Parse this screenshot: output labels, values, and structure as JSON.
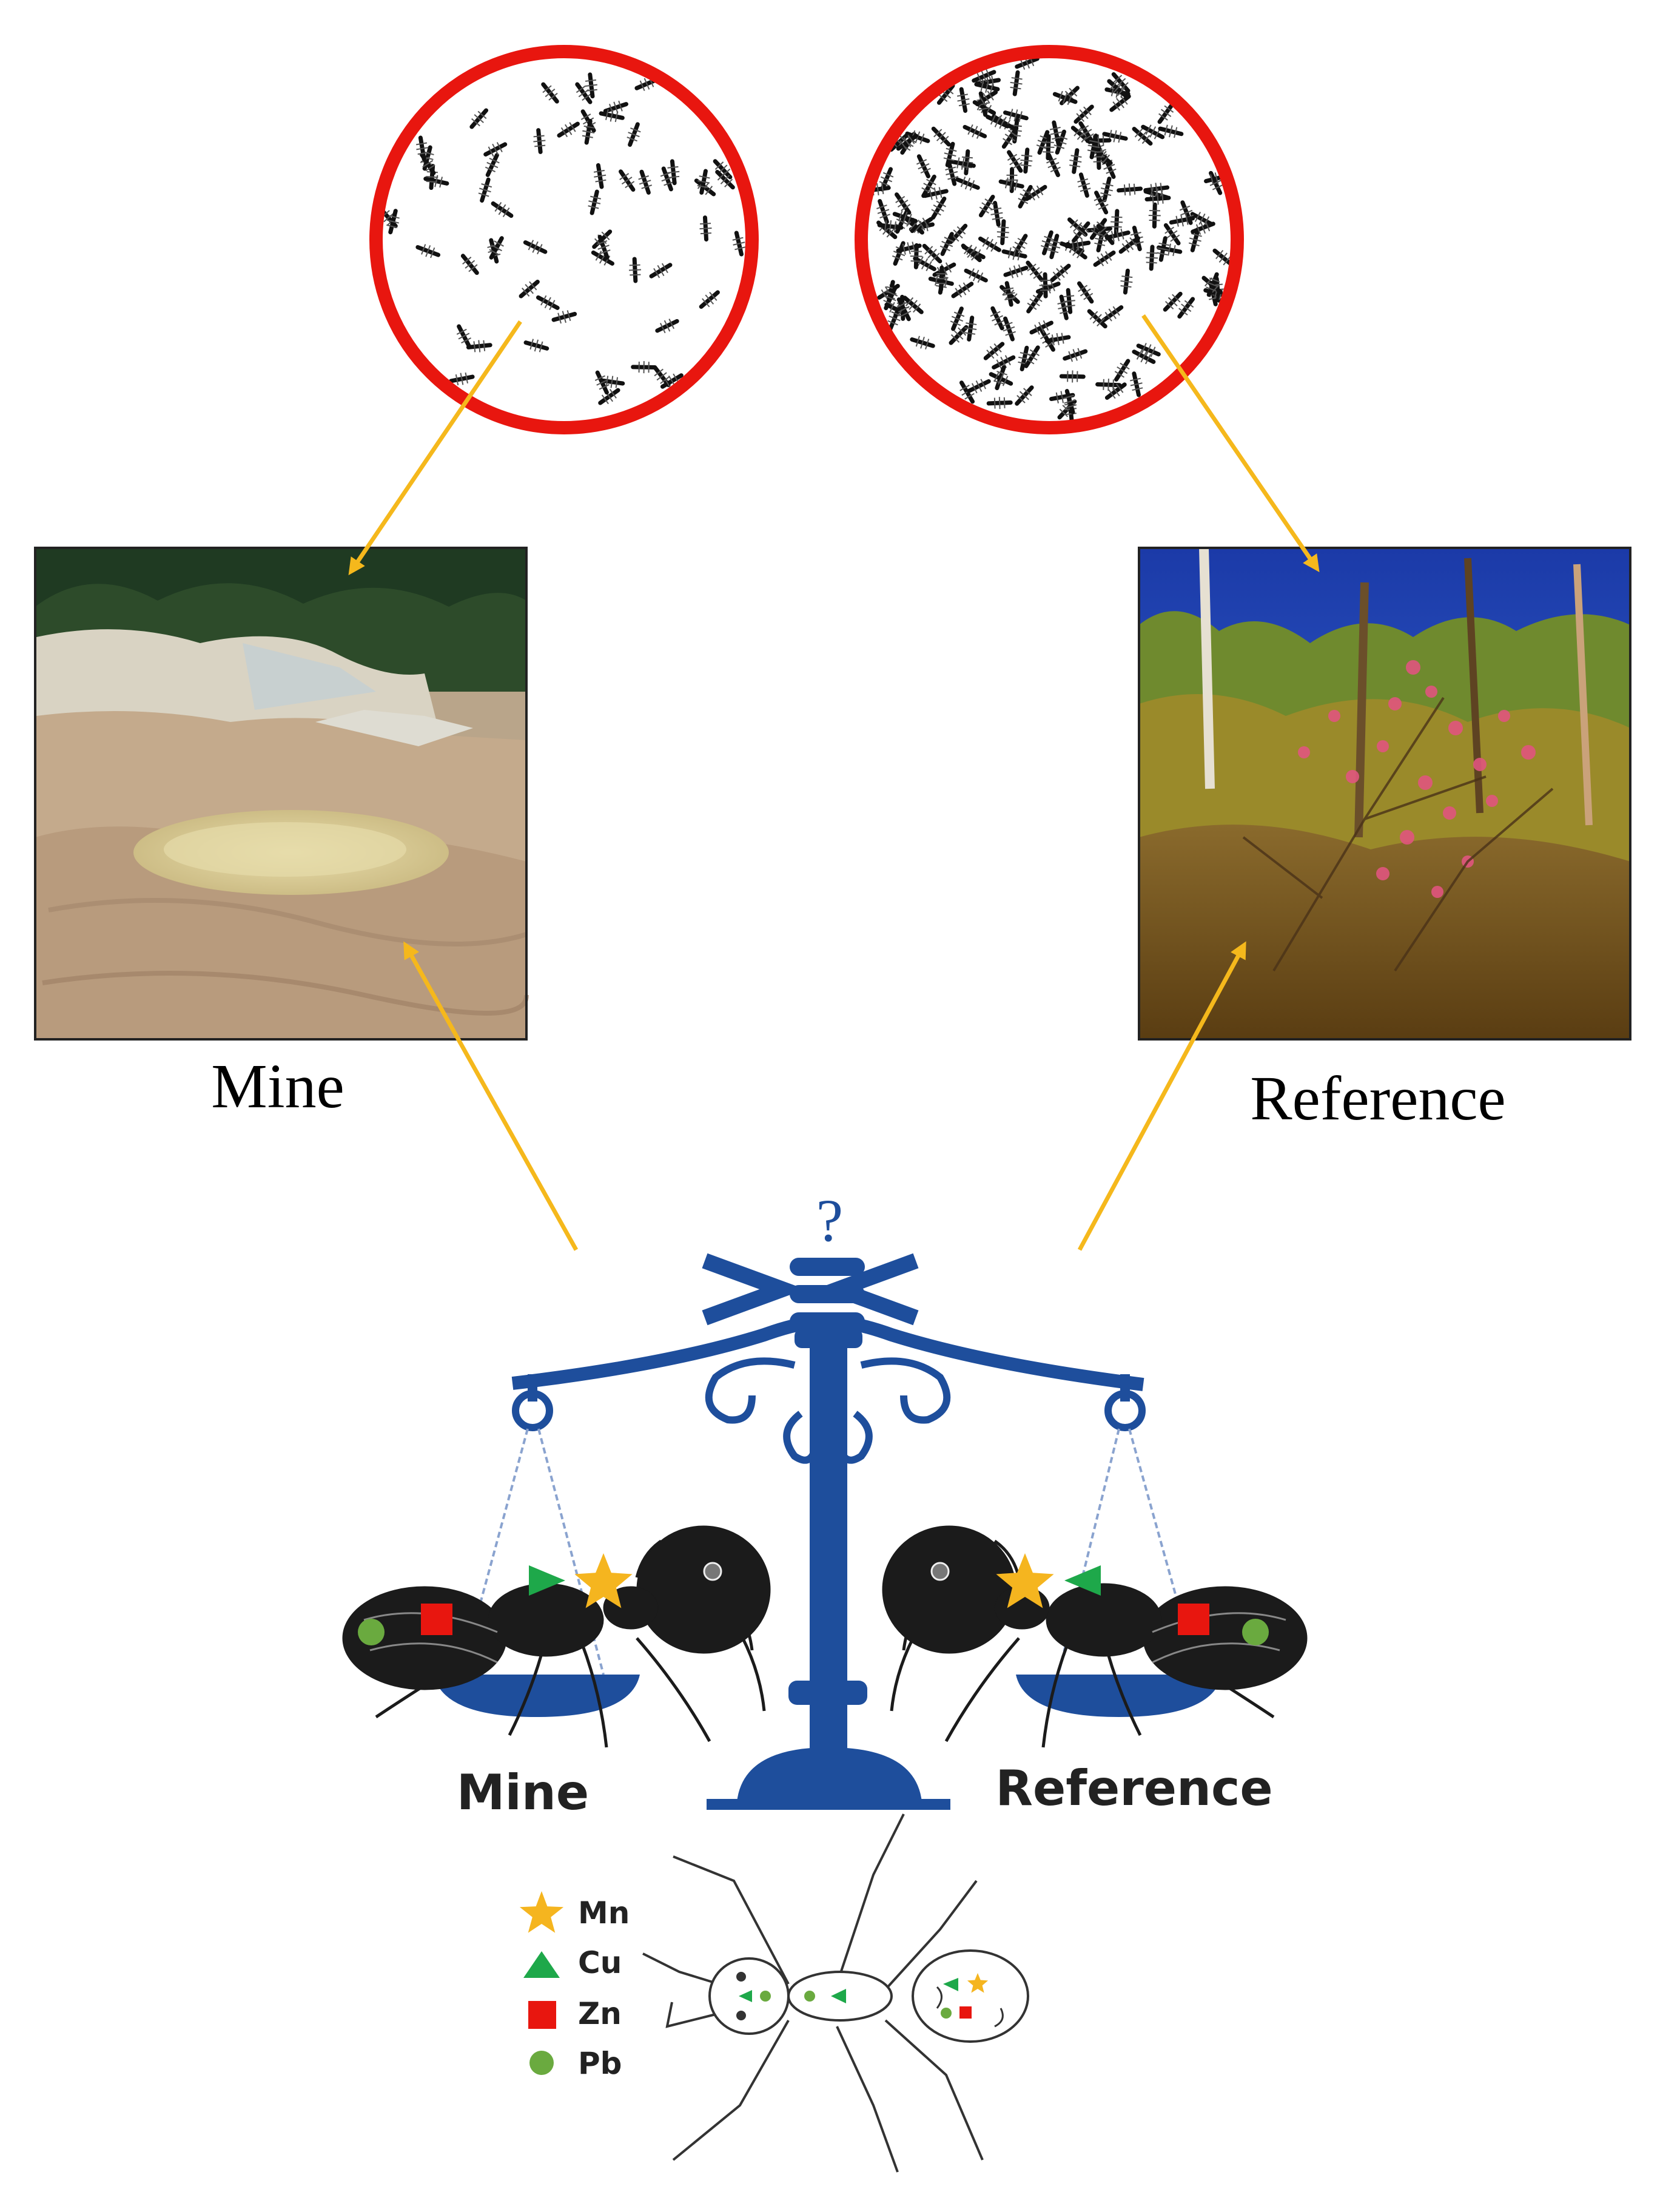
{
  "photos": {
    "mine_label": "Mine",
    "reference_label": "Reference"
  },
  "balance": {
    "symbols": "? > = <",
    "question_mark": "?",
    "mine_pan_label": "Mine",
    "reference_pan_label": "Reference"
  },
  "legend": {
    "items": [
      {
        "symbol": "star",
        "label": "Mn",
        "color": "#F5B51F"
      },
      {
        "symbol": "triangle",
        "label": "Cu",
        "color": "#1EA84A"
      },
      {
        "symbol": "square",
        "label": "Zn",
        "color": "#E8160F"
      },
      {
        "symbol": "circle",
        "label": "Pb",
        "color": "#6AAA3F"
      }
    ]
  },
  "colors": {
    "ring": "#E8160F",
    "arrow": "#F5B81C",
    "balance": "#1E4E9C",
    "ant": "#1b1b1b"
  }
}
